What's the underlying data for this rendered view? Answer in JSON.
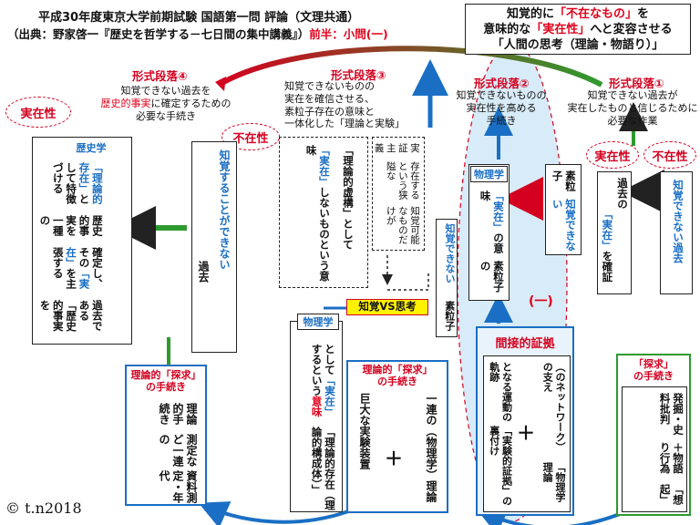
{
  "header": {
    "line1": "平成30年度東京大学前期試験 国語第一問 評論（文理共通）",
    "line2": "（出典：野家啓一『歴史を哲学する－七日間の集中講義』）",
    "line2_tail": "前半：小問(一)"
  },
  "top_right": {
    "line1_a": "知覚的に",
    "line1_b": "「不在なもの」",
    "line1_c": "を",
    "line2_a": "意味的な",
    "line2_b": "「実在性」",
    "line2_c": "へと変容させる",
    "line3": "「人間の思考（理論・物語り）」"
  },
  "para4": {
    "heading": "形式段落④",
    "text1": "知覚できない過去を",
    "text2_a": "歴史的事実",
    "text2_b": "に確定するための",
    "text3": "必要な手続き"
  },
  "para3": {
    "heading": "形式段落③",
    "text": [
      "知覚できないものの",
      "実在を確信させる、",
      "素粒子存在の意味と",
      "一体化した「理論と実験」"
    ]
  },
  "para2": {
    "heading": "形式段落②",
    "text": [
      "知覚できないものの",
      "実在性を高める",
      "手続き"
    ]
  },
  "para1": {
    "heading": "形式段落①",
    "text": [
      "知覚できない過去が",
      "実在したものと信じるために",
      "必要な作業"
    ]
  },
  "history": {
    "cloud": "実在性",
    "label": "歴史学",
    "col1": "過去である「歴史的事実を",
    "col2_a": "確定し、その",
    "col2_b": "「実在」",
    "col2_c": "を主張する",
    "col3": "歴史的事実を一種の",
    "col4_a": "「理論的存在」",
    "col4_b": "として特徴づける"
  },
  "cannot_perceive_past": {
    "cloud": "不在性",
    "col1": "知覚することができない",
    "col2": "過去"
  },
  "theory_concept": {
    "col1": "「理論的虚構」として",
    "col2_a": "「実在」",
    "col2_b": "しないものという意味"
  },
  "narrow_realism": {
    "col1": "知覚可能なものだけが",
    "col2": "存在するという狭隘な",
    "col3": "実証主義"
  },
  "perception_vs": {
    "label": "知覚VS思考"
  },
  "particle_unseen": {
    "col1": "知覚できない",
    "col2": "素粒子"
  },
  "physics_particle": {
    "label": "物理学",
    "col1": "素粒子の",
    "col2_a": "「実在」",
    "col2_b": "の意味"
  },
  "unseen_particle2": {
    "col1": "知覚できない",
    "col2": "素粒子"
  },
  "past_real": {
    "cloud1": "実在性",
    "cloud2": "不在性",
    "col1": "過去の",
    "col2_a": "「実在」",
    "col2_b": "を確証"
  },
  "unseen_past": {
    "col1": "知覚できない過去"
  },
  "indirect": {
    "label": "間接的証拠",
    "marker": "(一)",
    "col1": "「物理学理論",
    "col2": "（のネットワーク）の支え",
    "col3": "「実験的証拠」の裏付け",
    "col4": "となる運動の軌跡",
    "plus": "＋"
  },
  "physics2": {
    "label": "物理学",
    "col1": "「理論的存在（理論的構成体）」",
    "col2_a": "として",
    "col2_b": "「実在」",
    "col2_c": "するという",
    "col2_d": "意味"
  },
  "theory_inquiry_mid": {
    "label1": "理論的「探求」",
    "label2": "の手続き",
    "col1": "一連の（物理学）理論",
    "plus": "＋",
    "col2": "巨大な実験装置"
  },
  "theory_inquiry_left": {
    "label1": "理論的「探求」",
    "label2": "の手続き",
    "col1": "資料測定・年代",
    "col2": "測定など一連の",
    "col3": "理論的手続き"
  },
  "inquiry_right": {
    "label1": "「探求」",
    "label2": "の手続き",
    "col1": "「想起」",
    "col2": "＋物語り行為",
    "col3": "発掘・史料批判",
    "plus": "＋"
  },
  "copyright": "© t.n2018",
  "colors": {
    "red": "#e0001a",
    "blue": "#1a6fc4",
    "green": "#2e9a2e",
    "ellipse_fill": "#d8ebf8"
  }
}
